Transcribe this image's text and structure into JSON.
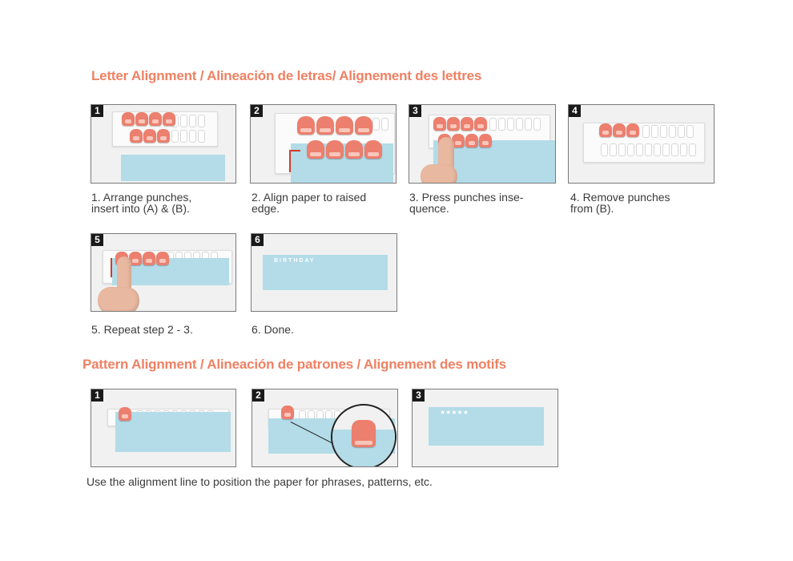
{
  "letter_section": {
    "title": "Letter Alignment / Alineación de letras/ Alignement des lettres",
    "steps": [
      {
        "number": "1",
        "line1": "1. Arrange punches,",
        "line2": "insert into (A) & (B)."
      },
      {
        "number": "2",
        "line1": "2. Align paper to raised",
        "line2": "edge."
      },
      {
        "number": "3",
        "line1": "3. Press punches inse-",
        "line2": "quence."
      },
      {
        "number": "4",
        "line1": "4. Remove punches",
        "line2": "from (B)."
      },
      {
        "number": "5",
        "line1": "5. Repeat step 2 - 3.",
        "line2": ""
      },
      {
        "number": "6",
        "line1": "6. Done.",
        "line2": ""
      }
    ],
    "done_image_text": "BIRTHDAY"
  },
  "pattern_section": {
    "title": "Pattern Alignment / Alineación de patrones / Alignement des motifs",
    "steps": [
      {
        "number": "1"
      },
      {
        "number": "2"
      },
      {
        "number": "3"
      }
    ],
    "star_glyph": "★★★★★",
    "footer": "Use the alignment line to position the paper for phrases, patterns, etc."
  },
  "colors": {
    "heading": "#ef8163",
    "punch": "#ec7f6e",
    "paper": "#b3dbe8"
  }
}
